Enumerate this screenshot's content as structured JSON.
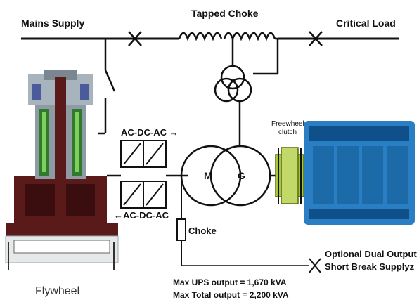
{
  "labels": {
    "mains_supply": "Mains Supply",
    "tapped_choke": "Tapped Choke",
    "critical_load": "Critical Load",
    "acdcac_top": "AC-DC-AC →",
    "acdcac_bottom": "←AC-DC-AC",
    "freewheel_line1": "Freewheel",
    "freewheel_line2": "clutch",
    "motor": "M",
    "generator": "G",
    "choke": "Choke",
    "optional_line1": "Optional Dual Output",
    "optional_line2": "Short Break Supplyz",
    "max_ups": "Max UPS output  = 1,670 kVA",
    "max_total": "Max Total output = 2,200 kVA",
    "flywheel": "Flywheel"
  },
  "colors": {
    "line": "#111111",
    "engine_blue": "#2a7fc4",
    "engine_dark": "#0f4f8a",
    "clutch_green": "#a8c83a",
    "flywheel_maroon": "#5a1a1a",
    "flywheel_grey": "#8e9aa4"
  },
  "icons": {
    "switch": "breaker-x",
    "choke": "inductor-coil",
    "transformer": "transformer-circles",
    "converter": "ac-dc-ac-box"
  }
}
